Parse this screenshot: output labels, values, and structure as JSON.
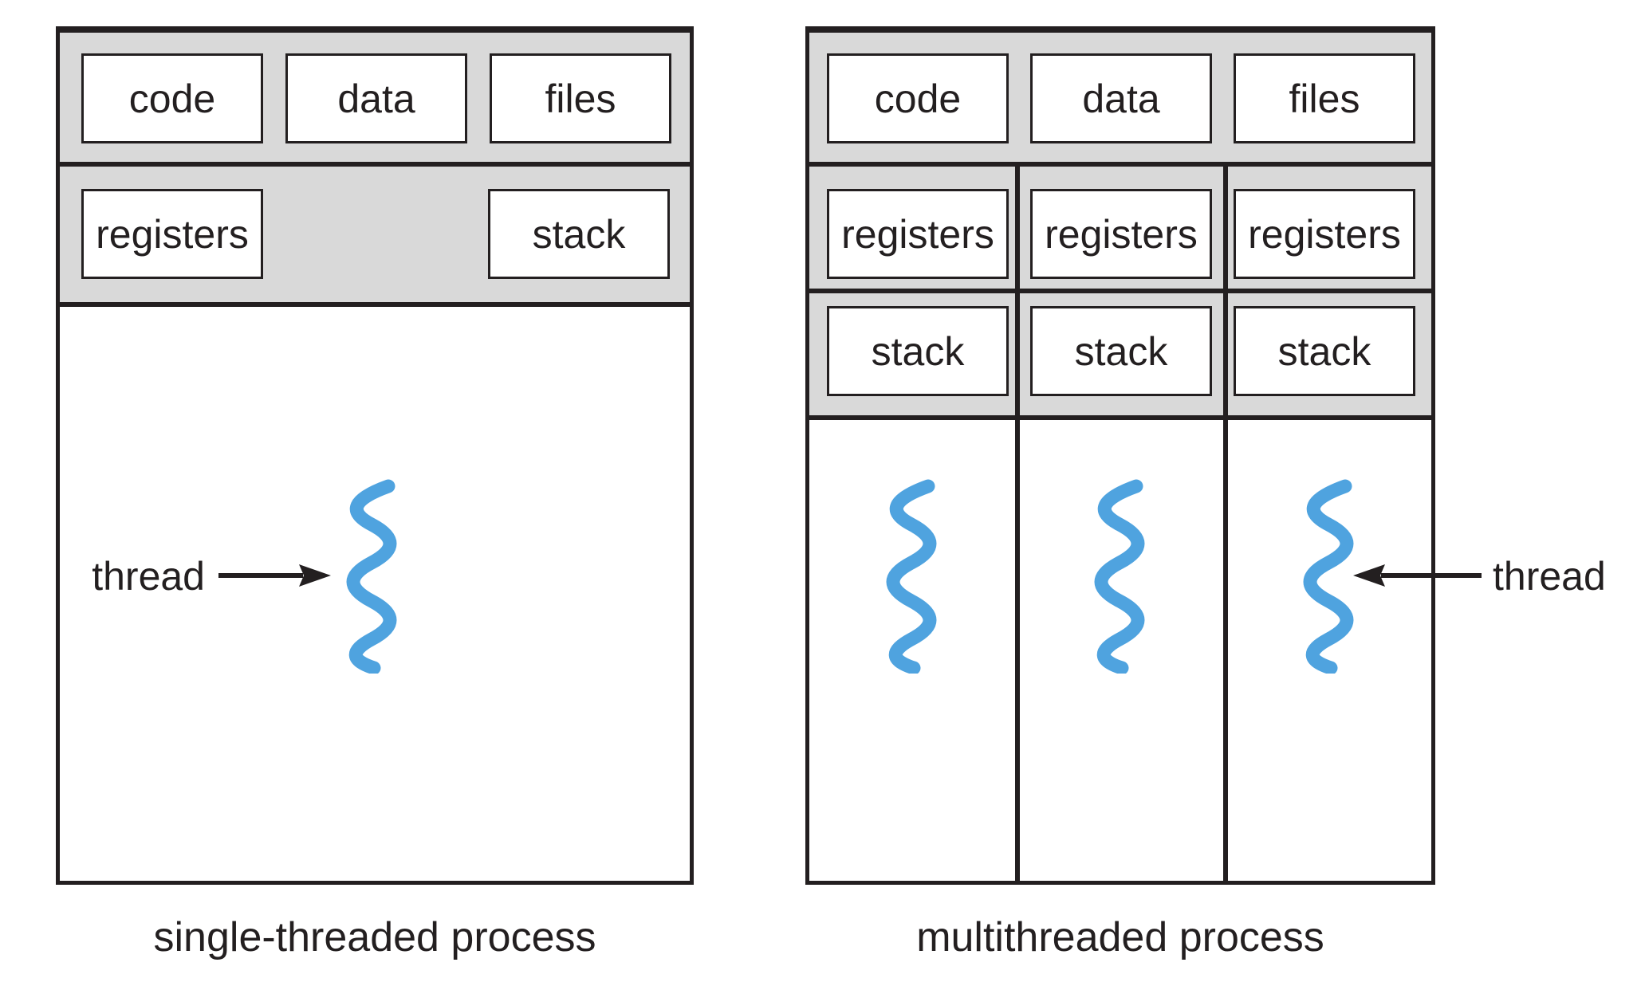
{
  "colors": {
    "panel_gray": "#d9d9d9",
    "line_black": "#231f20",
    "thread_blue": "#4fa3df",
    "box_white": "#ffffff"
  },
  "left_panel": {
    "caption": "single-threaded process",
    "thread_label": "thread",
    "top_boxes": [
      "code",
      "data",
      "files"
    ],
    "mid_boxes": [
      "registers",
      "stack"
    ]
  },
  "right_panel": {
    "caption": "multithreaded process",
    "thread_label": "thread",
    "top_boxes": [
      "code",
      "data",
      "files"
    ],
    "registers_boxes": [
      "registers",
      "registers",
      "registers"
    ],
    "stack_boxes": [
      "stack",
      "stack",
      "stack"
    ]
  }
}
